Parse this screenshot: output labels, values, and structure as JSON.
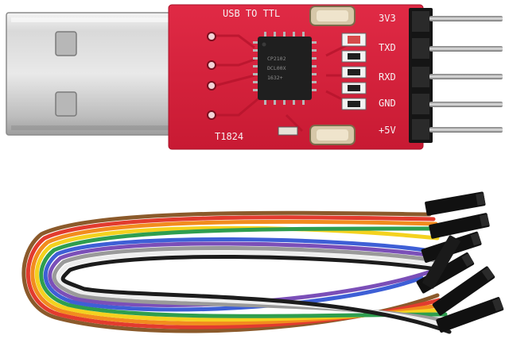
{
  "board": {
    "title_silk": "USB TO TTL",
    "model_silk": "T1824",
    "pin_labels": [
      "3V3",
      "TXD",
      "RXD",
      "GND",
      "+5V"
    ],
    "chip_marking": [
      "CP2102",
      "DCL00X",
      "1632+"
    ],
    "pcb_color": "#d8203c"
  },
  "cable": {
    "wire_colors": [
      "#8b5a2b",
      "#e23b2e",
      "#f28c1e",
      "#f4d21f",
      "#2e9e4f",
      "#3e5fd6",
      "#7b4fb8",
      "#9a9a9a",
      "#eeeeee",
      "#1c1c1c"
    ]
  }
}
